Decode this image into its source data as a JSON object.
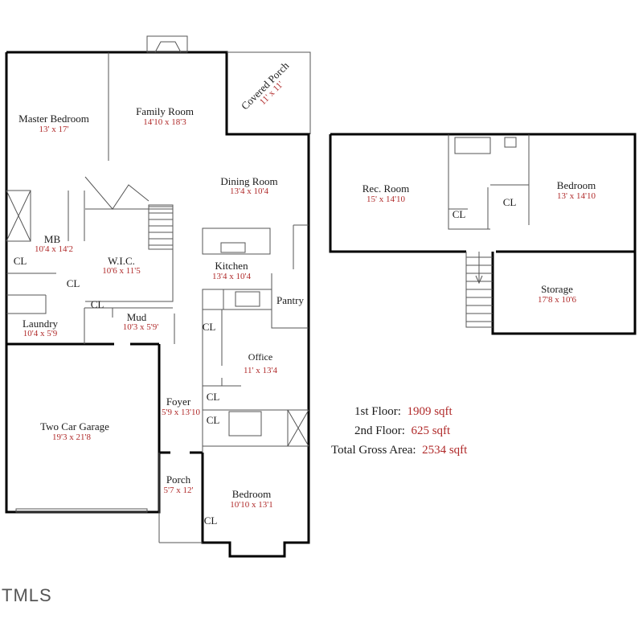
{
  "floor1": {
    "rooms": [
      {
        "name": "Master Bedroom",
        "dims": "13' x 17'"
      },
      {
        "name": "Family Room",
        "dims": "14'10 x 18'3"
      },
      {
        "name": "Covered Porch",
        "dims": "11' x 11'"
      },
      {
        "name": "Dining Room",
        "dims": "13'4 x 10'4"
      },
      {
        "name": "MB",
        "dims": "10'4 x 14'2"
      },
      {
        "name": "W.I.C.",
        "dims": "10'6 x 11'5"
      },
      {
        "name": "Kitchen",
        "dims": "13'4 x 10'4"
      },
      {
        "name": "Pantry",
        "dims": ""
      },
      {
        "name": "Laundry",
        "dims": "10'4 x 5'9"
      },
      {
        "name": "Mud",
        "dims": "10'3 x 5'9'"
      },
      {
        "name": "Office",
        "dims": "11' x 13'4"
      },
      {
        "name": "Foyer",
        "dims": "5'9 x 13'10"
      },
      {
        "name": "Two Car Garage",
        "dims": "19'3 x 21'8"
      },
      {
        "name": "Porch",
        "dims": "5'7 x 12'"
      },
      {
        "name": "Bedroom",
        "dims": "10'10 x 13'1"
      }
    ],
    "closet_label": "CL"
  },
  "floor2": {
    "rooms": [
      {
        "name": "Rec. Room",
        "dims": "15' x 14'10"
      },
      {
        "name": "Bedroom",
        "dims": "13' x 14'10"
      },
      {
        "name": "Storage",
        "dims": "17'8 x 10'6"
      }
    ],
    "closet_label": "CL"
  },
  "summary": {
    "first_floor_label": "1st Floor:",
    "first_floor_value": "1909 sqft",
    "second_floor_label": "2nd Floor:",
    "second_floor_value": "625 sqft",
    "total_label": "Total Gross Area:",
    "total_value": "2534 sqft"
  },
  "watermark": "TMLS",
  "colors": {
    "wall": "#000000",
    "thin_line": "#555555",
    "dimension_text": "#b02a2a"
  }
}
